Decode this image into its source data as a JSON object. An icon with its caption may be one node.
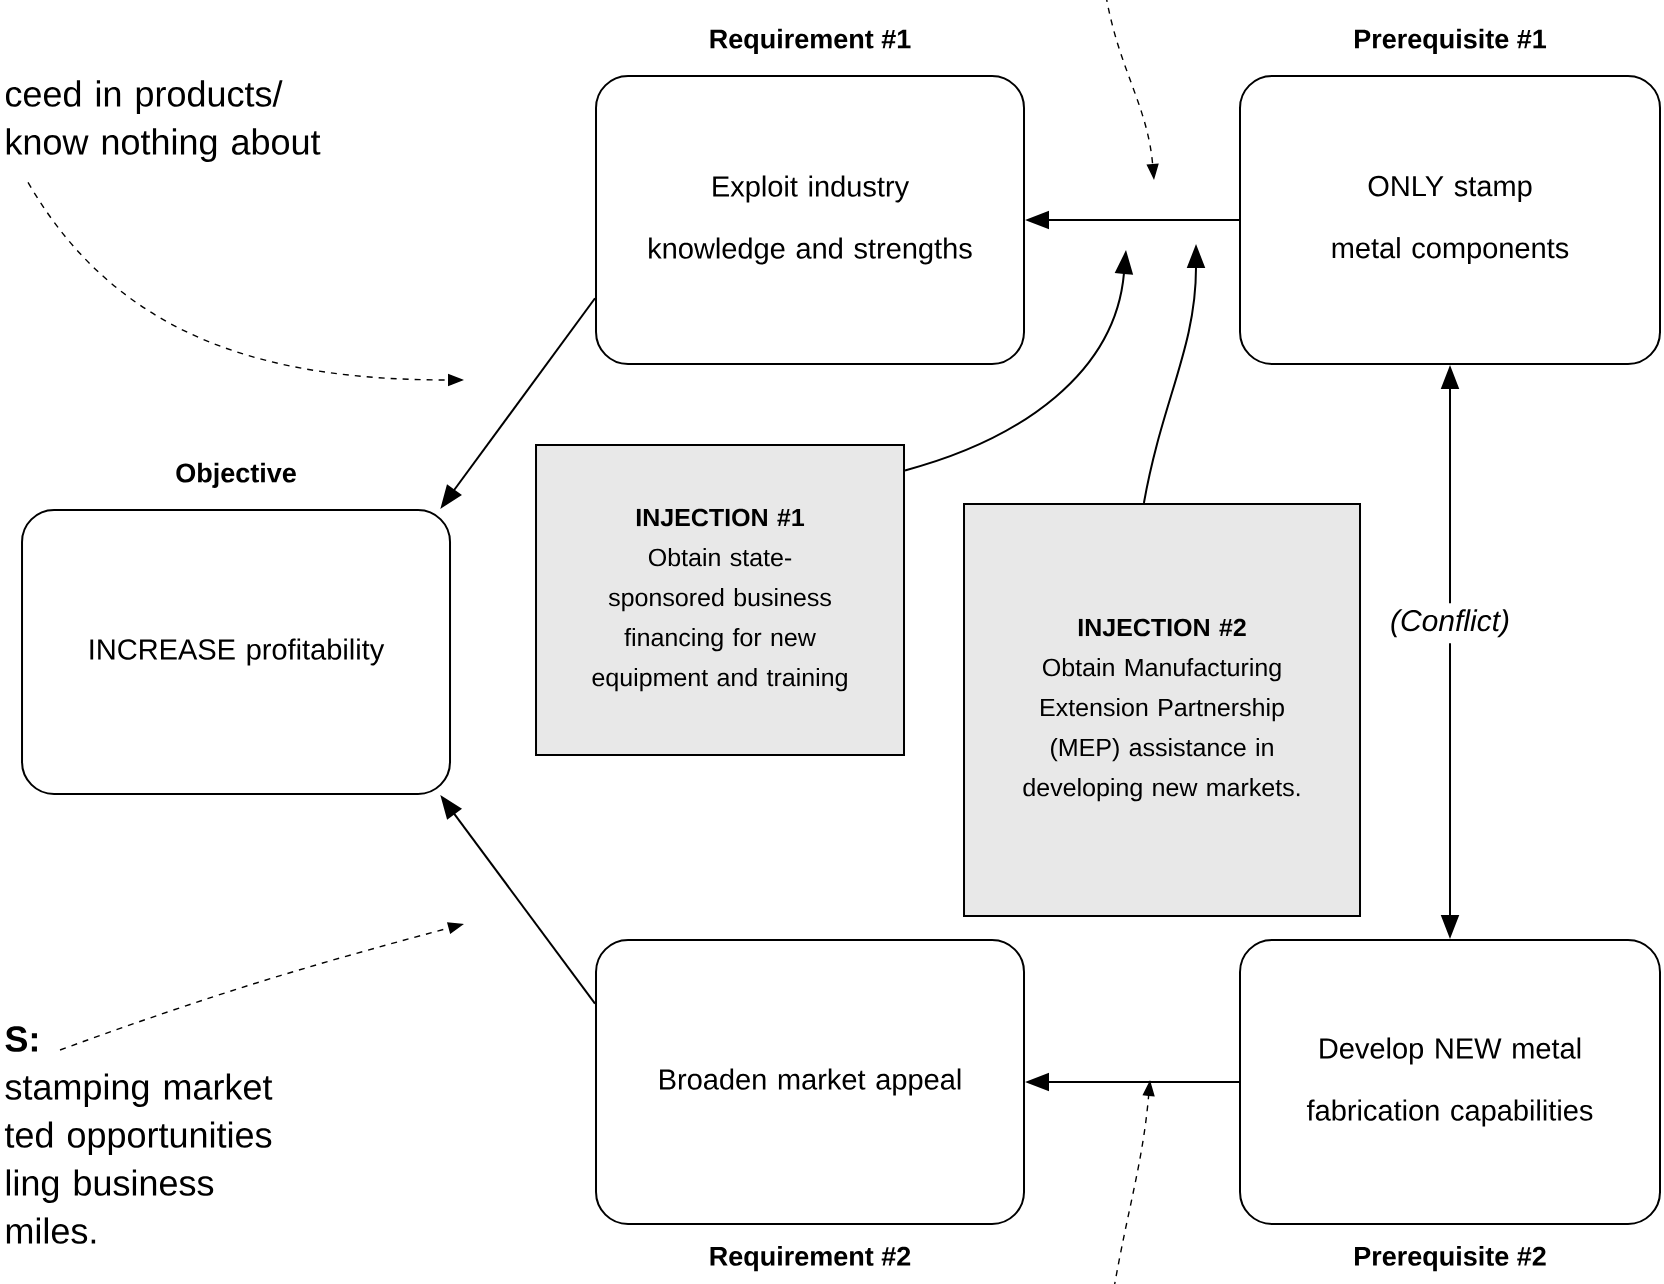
{
  "diagram": {
    "nodes": [
      {
        "text": [
          "Objective",
          "INCREASE profitability"
        ]
      },
      {
        "text": [
          "Requirement #1",
          "Exploit industry knowledge and strengths"
        ]
      },
      {
        "text": [
          "Prerequisite #1",
          "ONLY stamp metal components"
        ]
      },
      {
        "text": [
          "Broaden market appeal",
          "Requirement #2"
        ]
      },
      {
        "text": [
          "Develop NEW metal fabrication capabilities",
          "Prerequisite #2"
        ]
      },
      {
        "text": [
          "INJECTION #1",
          "Obtain state-sponsored business financing for new equipment and training"
        ]
      },
      {
        "text": [
          "INJECTION #2",
          "Obtain Manufacturing Extension Partnership (MEP) assistance in developing new markets."
        ]
      },
      {
        "text": [
          "ceed in products/ know nothing about"
        ]
      },
      {
        "text": [
          "S:",
          "stamping market ted opportunities ling business miles."
        ]
      }
    ],
    "edges": [
      {
        "from": 2,
        "to": 1,
        "arrow": "to"
      },
      {
        "from": 1,
        "to": 0,
        "arrow": "to"
      },
      {
        "from": 3,
        "to": 0,
        "arrow": "to"
      },
      {
        "from": 4,
        "to": 3,
        "arrow": "to"
      },
      {
        "from": 2,
        "to": 4,
        "arrow": "both",
        "label": "(Conflict)"
      },
      {
        "from": 5,
        "to": null,
        "arrow": "to"
      },
      {
        "from": 6,
        "to": null,
        "arrow": "to"
      },
      {
        "from": 7,
        "to": null,
        "arrow": "to",
        "style": "dashed"
      },
      {
        "from": 8,
        "to": null,
        "arrow": "to",
        "style": "dashed"
      }
    ]
  }
}
